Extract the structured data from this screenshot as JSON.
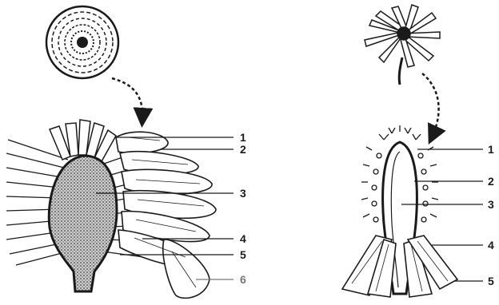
{
  "diagram": {
    "left_figure": {
      "callout_numbers": [
        "1",
        "2",
        "3",
        "4",
        "5",
        "6"
      ]
    },
    "right_figure": {
      "callout_numbers": [
        "1",
        "2",
        "3",
        "4",
        "5"
      ]
    }
  },
  "colors": {
    "ink": "#1a1a1a",
    "background": "#ffffff",
    "stipple": "#5a5a5a",
    "faded_label": "#777777"
  },
  "icons": [
    "arrow-curved-down-icon"
  ]
}
